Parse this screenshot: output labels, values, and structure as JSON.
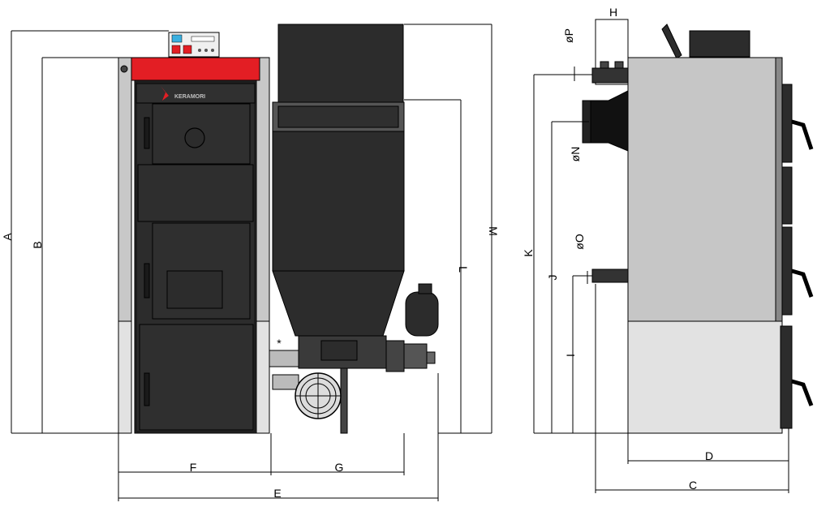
{
  "brand": {
    "text": "KERAMORI",
    "color_red": "#e31e24",
    "color_body": "#2c2c2c",
    "color_side": "#bfbfbf",
    "color_plate": "#dcdcdc"
  },
  "front_labels": {
    "A": "A",
    "B": "B",
    "E": "E",
    "F": "F",
    "G": "G",
    "L": "L",
    "M": "M",
    "star": "*"
  },
  "side_labels": {
    "C": "C",
    "D": "D",
    "H": "H",
    "I": "I",
    "J": "J",
    "K": "K",
    "P": "øP",
    "N": "øN",
    "O": "øO"
  }
}
